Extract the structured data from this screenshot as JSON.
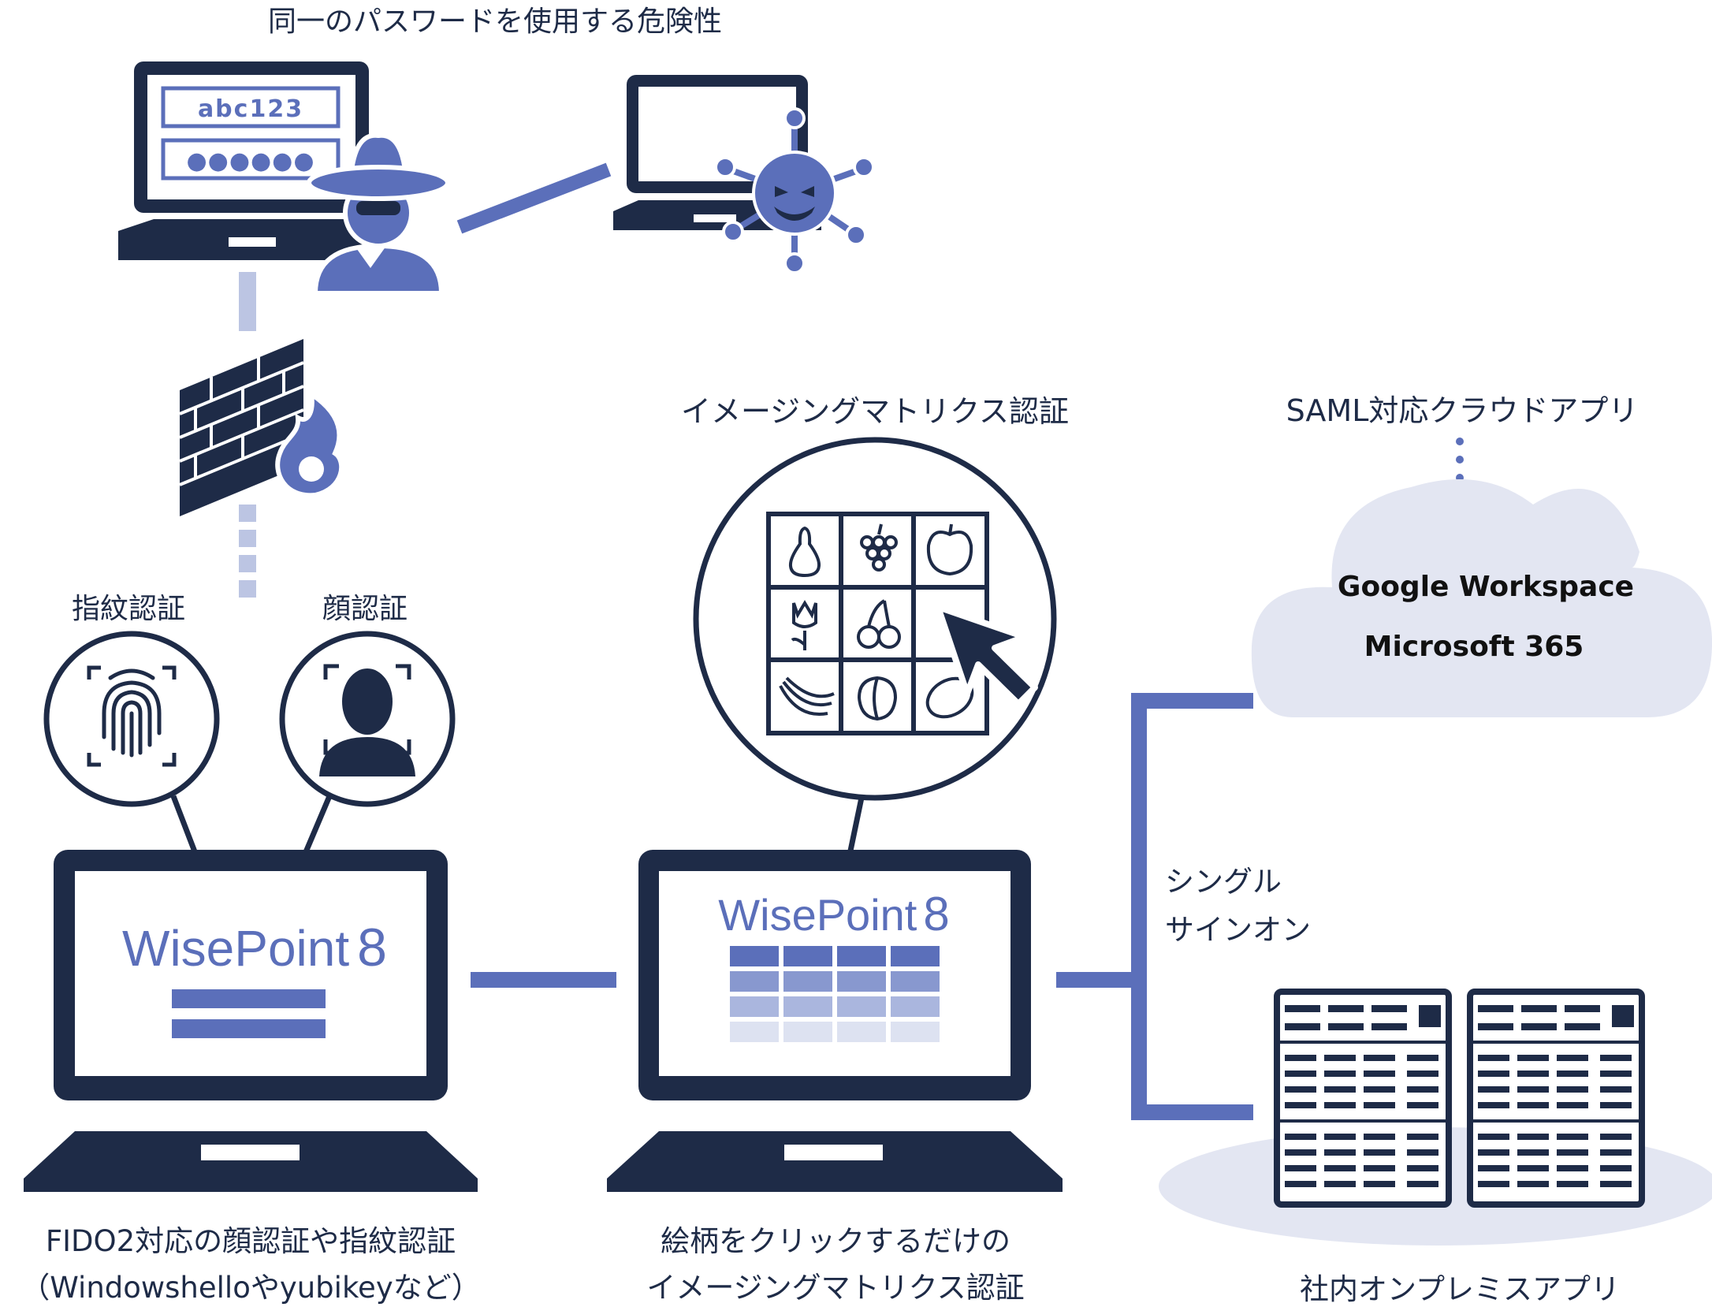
{
  "title": "同一のパスワードを使用する危険性",
  "credentials": {
    "username": "abc123",
    "password_mask": "●●●●●●"
  },
  "labels": {
    "fingerprint": "指紋認証",
    "face": "顔認証",
    "imaging_matrix": "イメージングマトリクス認証",
    "saml_apps": "SAML対応クラウドアプリ",
    "sso_line1": "シングル",
    "sso_line2": "サインオン"
  },
  "cloud_apps": [
    "Google Workspace",
    "Microsoft 365"
  ],
  "product": {
    "name": "WisePoint",
    "version": "8"
  },
  "captions": {
    "fido_line1": "FIDO2対応の顔認証や指紋認証",
    "fido_line2": "（Windowshelloやyubikeyなど）",
    "matrix_line1": "絵柄をクリックするだけの",
    "matrix_line2": "イメージングマトリクス認証",
    "onprem": "社内オンプレミスアプリ"
  },
  "colors": {
    "navy": "#1e2b47",
    "accent": "#5b6fba",
    "light": "#bcc5e3",
    "cloud": "#e3e6f2"
  },
  "icons": [
    "laptop-icon",
    "hacker-icon",
    "virus-icon",
    "firewall-icon",
    "fire-icon",
    "fingerprint-icon",
    "face-icon",
    "cursor-icon",
    "cloud-icon",
    "server-icon"
  ]
}
